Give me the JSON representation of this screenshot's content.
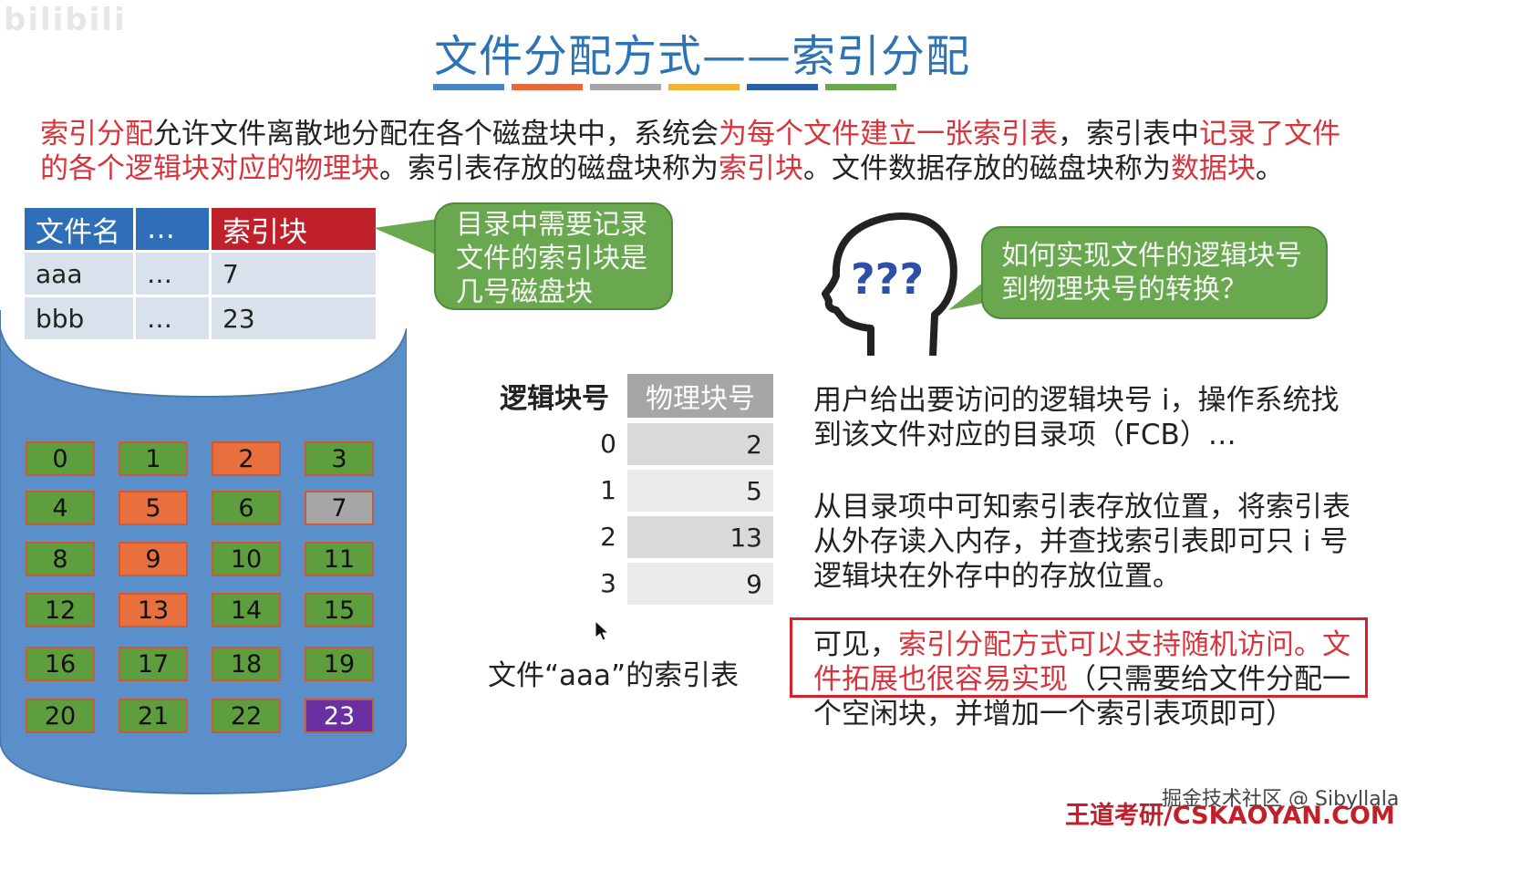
{
  "logo_text": "bilibili",
  "title": "文件分配方式——索引分配",
  "title_bar_colors": [
    "#4a86c7",
    "#e56a3c",
    "#a5a5a5",
    "#f2b233",
    "#2e5ea8",
    "#6aa84f"
  ],
  "intro": {
    "s1_red": "索引分配",
    "s2": "允许文件离散地分配在各个磁盘块中，系统会",
    "s3_red": "为每个文件建立一张索引表",
    "s4": "，索引表中",
    "s5_red": "记录了文件的各个逻辑块对应的物理块",
    "s6": "。索引表存放的磁盘块称为",
    "s7_red": "索引块",
    "s8": "。文件数据存放的磁盘块称为",
    "s9_red": "数据块",
    "s10": "。"
  },
  "directory": {
    "headers": [
      "文件名",
      "…",
      "索引块"
    ],
    "rows": [
      [
        "aaa",
        "…",
        "7"
      ],
      [
        "bbb",
        "…",
        "23"
      ]
    ]
  },
  "dir_callout": "目录中需要记录文件的索引块是几号磁盘块",
  "question_callout": "如何实现文件的逻辑块号到物理块号的转换？",
  "head_icon_text": "???",
  "disk_blocks": [
    {
      "n": "0",
      "c": "#5e9e3e"
    },
    {
      "n": "1",
      "c": "#5e9e3e"
    },
    {
      "n": "2",
      "c": "#e8703f"
    },
    {
      "n": "3",
      "c": "#5e9e3e"
    },
    {
      "n": "4",
      "c": "#5e9e3e"
    },
    {
      "n": "5",
      "c": "#e8703f"
    },
    {
      "n": "6",
      "c": "#5e9e3e"
    },
    {
      "n": "7",
      "c": "#a6a6a6"
    },
    {
      "n": "8",
      "c": "#5e9e3e"
    },
    {
      "n": "9",
      "c": "#e8703f"
    },
    {
      "n": "10",
      "c": "#5e9e3e"
    },
    {
      "n": "11",
      "c": "#5e9e3e"
    },
    {
      "n": "12",
      "c": "#5e9e3e"
    },
    {
      "n": "13",
      "c": "#e8703f"
    },
    {
      "n": "14",
      "c": "#5e9e3e"
    },
    {
      "n": "15",
      "c": "#5e9e3e"
    },
    {
      "n": "16",
      "c": "#5e9e3e"
    },
    {
      "n": "17",
      "c": "#5e9e3e"
    },
    {
      "n": "18",
      "c": "#5e9e3e"
    },
    {
      "n": "19",
      "c": "#5e9e3e"
    },
    {
      "n": "20",
      "c": "#5e9e3e"
    },
    {
      "n": "21",
      "c": "#5e9e3e"
    },
    {
      "n": "22",
      "c": "#5e9e3e"
    },
    {
      "n": "23",
      "c": "#6a2fa0"
    }
  ],
  "index_table": {
    "header_logical": "逻辑块号",
    "header_physical": "物理块号",
    "rows": [
      [
        "0",
        "2"
      ],
      [
        "1",
        "5"
      ],
      [
        "2",
        "13"
      ],
      [
        "3",
        "9"
      ]
    ],
    "caption": "文件“aaa”的索引表"
  },
  "para1": "用户给出要访问的逻辑块号 i，操作系统找到该文件对应的目录项（FCB）…",
  "para2": "从目录项中可知索引表存放位置，将索引表从外存读入内存，并查找索引表即可只 i 号逻辑块在外存中的存放位置。",
  "para3": {
    "p1": "可见，",
    "p2_red": "索引分配方式可以支持随机访问。",
    "p3_red": "文件拓展也很容易实现",
    "p4": "（只需要给文件分配一个空闲块，并增加一个索引表项即可）"
  },
  "footer_watermark": "掘金技术社区 @ Sibyllala",
  "footer_brand": "王道考研/CSKAOYAN.COM",
  "colors": {
    "title": "#2e74b5",
    "emphasis": "#d9333b",
    "green_callout": "#6aa84f",
    "dir_header": "#2e6fb7",
    "dir_header_red": "#c0202a",
    "disk": "#5b8fc9"
  }
}
